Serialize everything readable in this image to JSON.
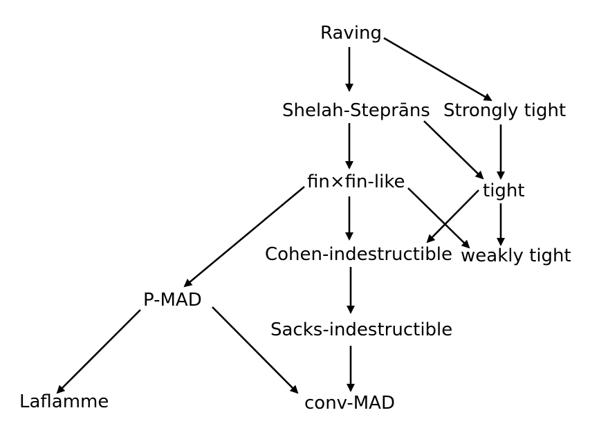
{
  "nodes": {
    "raving": "Raving",
    "shelah_steprans": "Shelah-Steprāns",
    "strongly_tight": "Strongly tight",
    "fin_fin_like": "fin×fin-like",
    "tight": "tight",
    "cohen_indestructible": "Cohen-indestructible",
    "weakly_tight": "weakly tight",
    "p_mad": "P-MAD",
    "sacks_indestructible": "Sacks-indestructible",
    "laflamme": "Laflamme",
    "conv_mad": "conv-MAD"
  },
  "edges": [
    {
      "from": "raving",
      "to": "shelah_steprans"
    },
    {
      "from": "raving",
      "to": "strongly_tight"
    },
    {
      "from": "shelah_steprans",
      "to": "fin_fin_like"
    },
    {
      "from": "shelah_steprans",
      "to": "tight"
    },
    {
      "from": "strongly_tight",
      "to": "tight"
    },
    {
      "from": "fin_fin_like",
      "to": "p_mad"
    },
    {
      "from": "fin_fin_like",
      "to": "cohen_indestructible"
    },
    {
      "from": "fin_fin_like",
      "to": "weakly_tight"
    },
    {
      "from": "tight",
      "to": "cohen_indestructible"
    },
    {
      "from": "tight",
      "to": "weakly_tight"
    },
    {
      "from": "cohen_indestructible",
      "to": "sacks_indestructible"
    },
    {
      "from": "p_mad",
      "to": "laflamme"
    },
    {
      "from": "p_mad",
      "to": "conv_mad"
    },
    {
      "from": "sacks_indestructible",
      "to": "conv_mad"
    }
  ],
  "colors": {
    "ink": "#000000",
    "background": "#ffffff"
  }
}
